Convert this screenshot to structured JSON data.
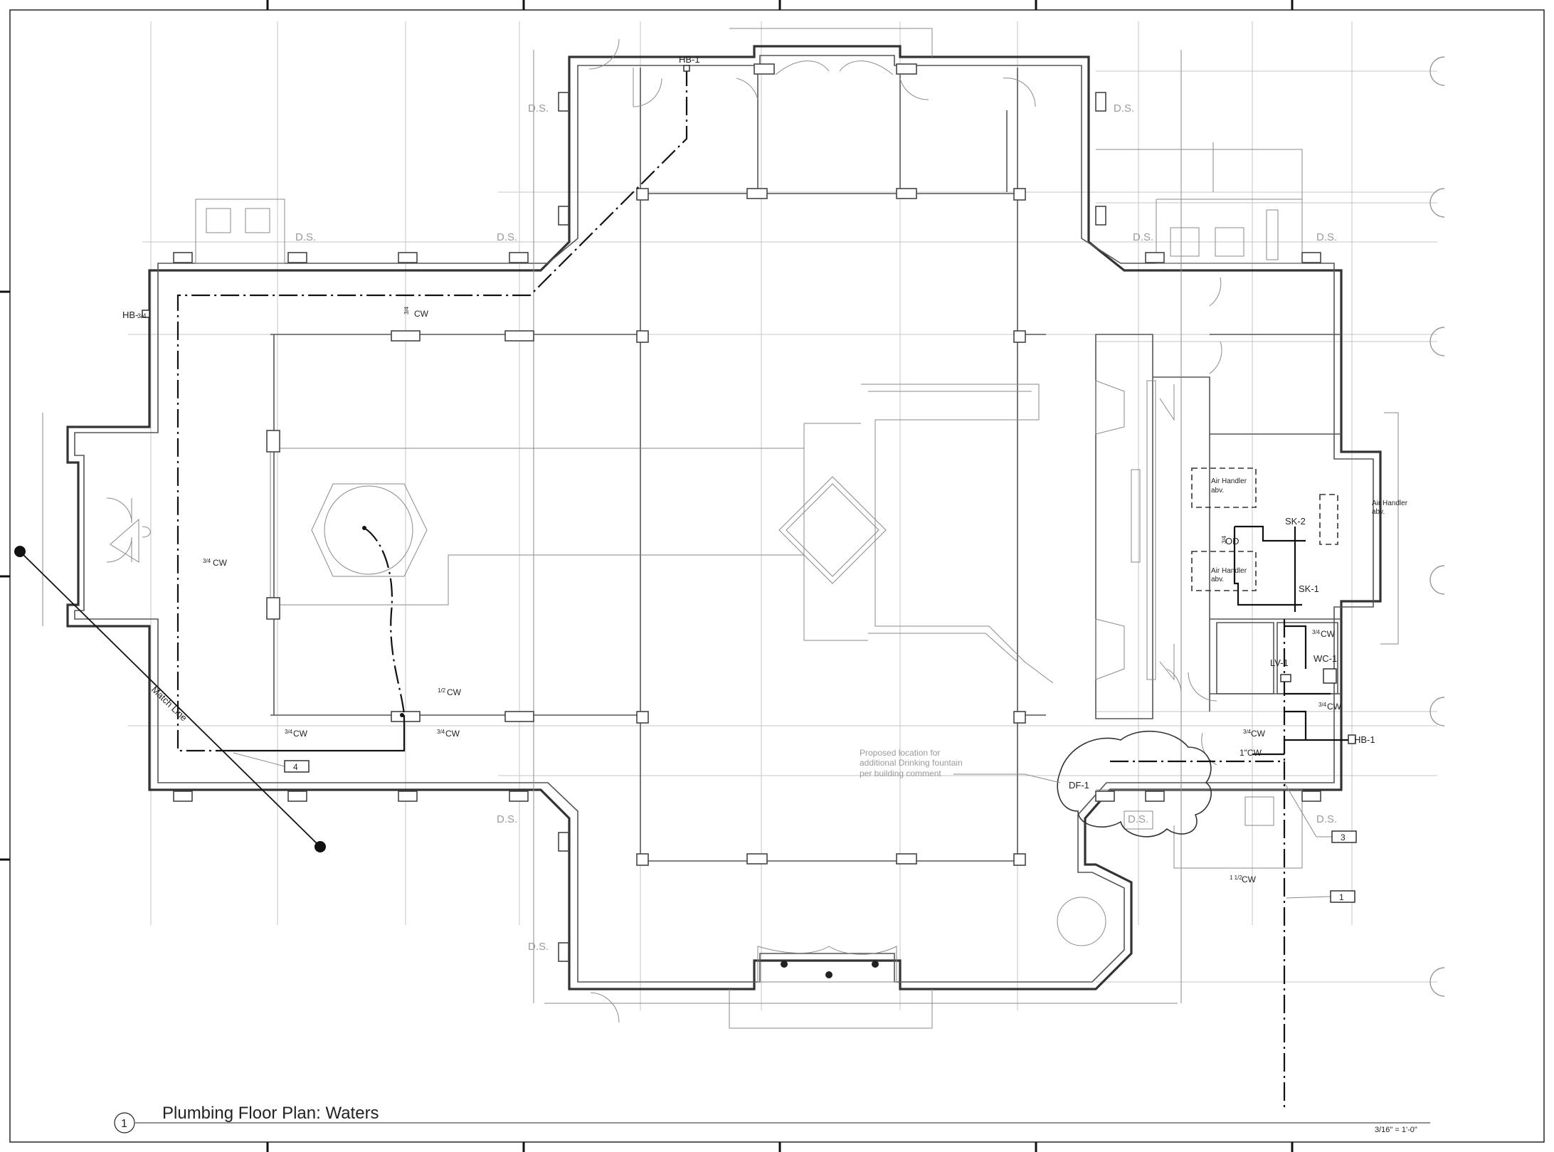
{
  "sheet": {
    "view_number": "1",
    "title": "Plumbing Floor Plan: Waters",
    "scale": "3/16\" = 1'-0\""
  },
  "labels": {
    "hb1_top": "HB-1",
    "hb_left": "HB-",
    "hb_left_size": "3/4",
    "hb1_right": "HB-1",
    "ds_tl1": "D.S.",
    "ds_tl2": "D.S.",
    "ds_tl3": "D.S.",
    "ds_tr1": "D.S.",
    "ds_tr2": "D.S.",
    "ds_tr3": "D.S.",
    "ds_bl1": "D.S.",
    "ds_bl2": "D.S.",
    "ds_br1": "D.S.",
    "ds_br2": "D.S.",
    "air_handler_1": "Air Handler",
    "air_handler_1b": "abv.",
    "air_handler_2": "Air Handler",
    "air_handler_2b": "abv.",
    "air_handler_3": "Air Handler",
    "air_handler_3b": "abv.",
    "sk2": "SK-2",
    "sk1": "SK-1",
    "lv1": "LV-1",
    "wc1": "WC-1",
    "df1": "DF-1",
    "match_line": "Match Line",
    "od": "OD",
    "proposed_1": "Proposed location for",
    "proposed_2": "additional Drinking fountain",
    "proposed_3": "per building comment"
  },
  "pipe_sizes": {
    "cw_top": "CW",
    "cw_left": "CW",
    "cw_mid_1": "CW",
    "cw_mid_2": "CW",
    "cw_mid_3": "CW",
    "cw_r1": "CW",
    "cw_r2": "CW",
    "cw_r3": "CW",
    "cw_1in": "1\"CW",
    "cw_main": "CW",
    "frac_three_quarter": "3/4",
    "frac_half": "1/2",
    "frac_one_half": "1 1/2"
  },
  "callouts": [
    "4",
    "3",
    "1"
  ]
}
